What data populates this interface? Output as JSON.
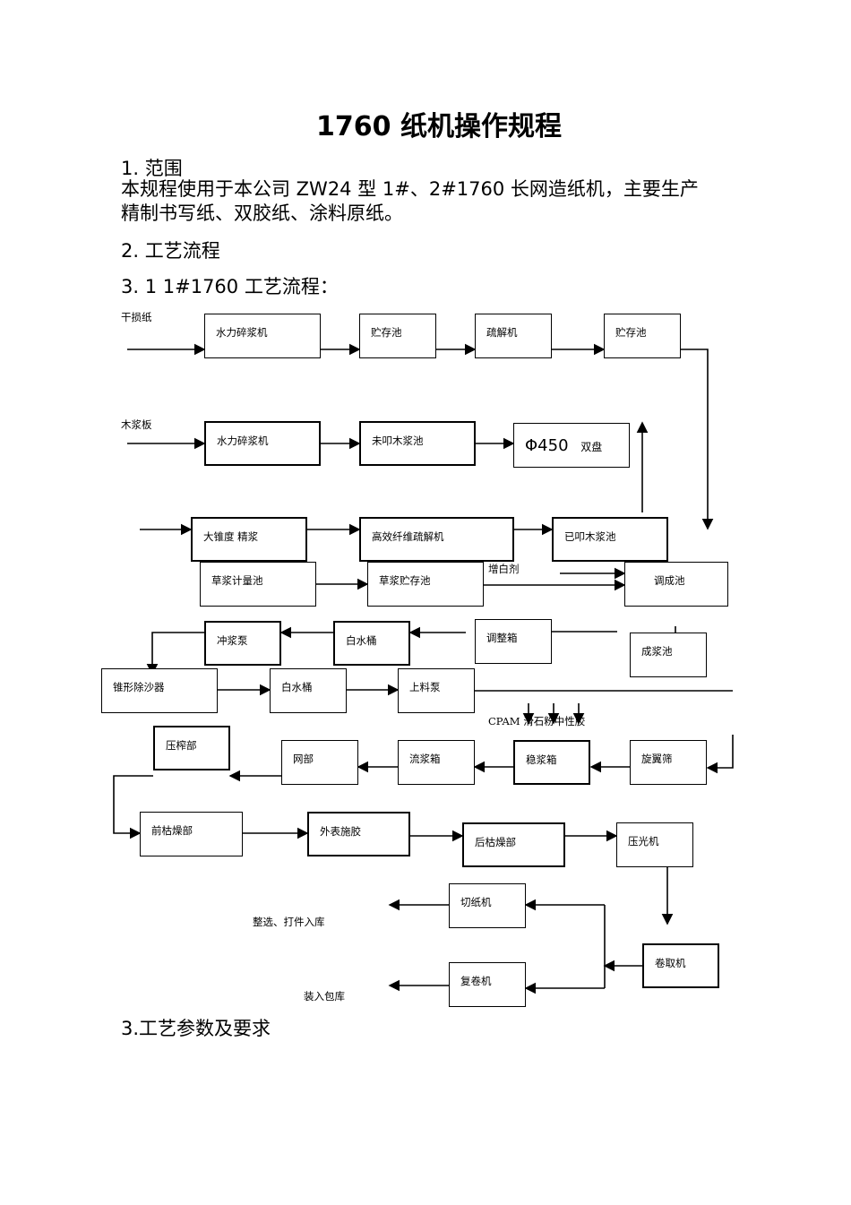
{
  "title": "1760  纸机操作规程",
  "section1": {
    "heading": "1. 范围",
    "line1": "本规程使用于本公司 ZW24 型 1#、2#1760 长网造纸机，主要生产",
    "line2": "精制书写纸、双胶纸、涂料原纸。"
  },
  "section2": {
    "heading": "2. 工艺流程"
  },
  "section31": {
    "heading": "3. 1     1#1760 工艺流程："
  },
  "section3": {
    "heading": "3.工艺参数及要求"
  },
  "flow": {
    "inputs": {
      "dry_broke": "干损纸",
      "wood_pulp_board": "木浆板",
      "brightener": "增白剂",
      "additives": "CPAM  滑石粉中性胶",
      "sort_pack": "整选、打件入库",
      "pack_store": "装入包库"
    },
    "boxes": {
      "hydrapulper1": "水力碎浆机",
      "storage1": "贮存池",
      "deflaker": "疏解机",
      "storage2": "贮存池",
      "hydrapulper2": "水力碎浆机",
      "unbeaten_chest": "未叩木浆池",
      "refiner_name": "Φ450",
      "refiner_sub": "双盘",
      "conical_refiner": "大锥度 精浆",
      "fiber_deflaker": "高效纤维疏解机",
      "beaten_chest": "已叩木浆池",
      "straw_metering": "草浆计量池",
      "straw_storage": "草浆贮存池",
      "blend_chest": "调成池",
      "adjust_box": "调整箱",
      "machine_chest": "成浆池",
      "white_water1": "白水桶",
      "fan_pump": "冲浆泵",
      "cleaner": "锥形除沙器",
      "white_water2": "白水桶",
      "feed_pump": "上料泵",
      "press": "压榨部",
      "wire": "网部",
      "headbox": "流浆箱",
      "stuff_box": "稳浆箱",
      "screen": "旋翼筛",
      "pre_dryer": "前枯燥部",
      "size_press": "外表施胶",
      "after_dryer": "后枯燥部",
      "calender": "压光机",
      "cutter": "切纸机",
      "reel": "卷取机",
      "rewinder": "复卷机"
    }
  }
}
